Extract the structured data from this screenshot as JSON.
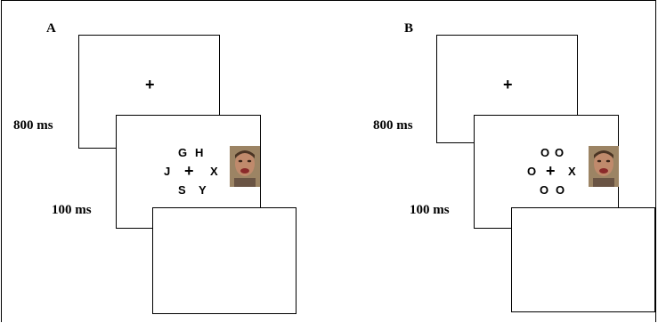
{
  "panels": [
    {
      "label": "A",
      "timing_top": "800 ms",
      "timing_bottom": "100 ms",
      "fixation": "+",
      "array": {
        "top_left": "G",
        "top_right": "H",
        "left": "J",
        "center": "+",
        "right": "X",
        "bottom_left": "S",
        "bottom_right": "Y"
      }
    },
    {
      "label": "B",
      "timing_top": "800 ms",
      "timing_bottom": "100 ms",
      "fixation": "+",
      "array": {
        "top_left": "O",
        "top_right": "O",
        "left": "O",
        "center": "+",
        "right": "X",
        "bottom_left": "O",
        "bottom_right": "O"
      }
    }
  ],
  "colors": {
    "skin": "#b98a6a",
    "background_photo": "#a88d6a",
    "mouth": "#8a2a2a"
  }
}
